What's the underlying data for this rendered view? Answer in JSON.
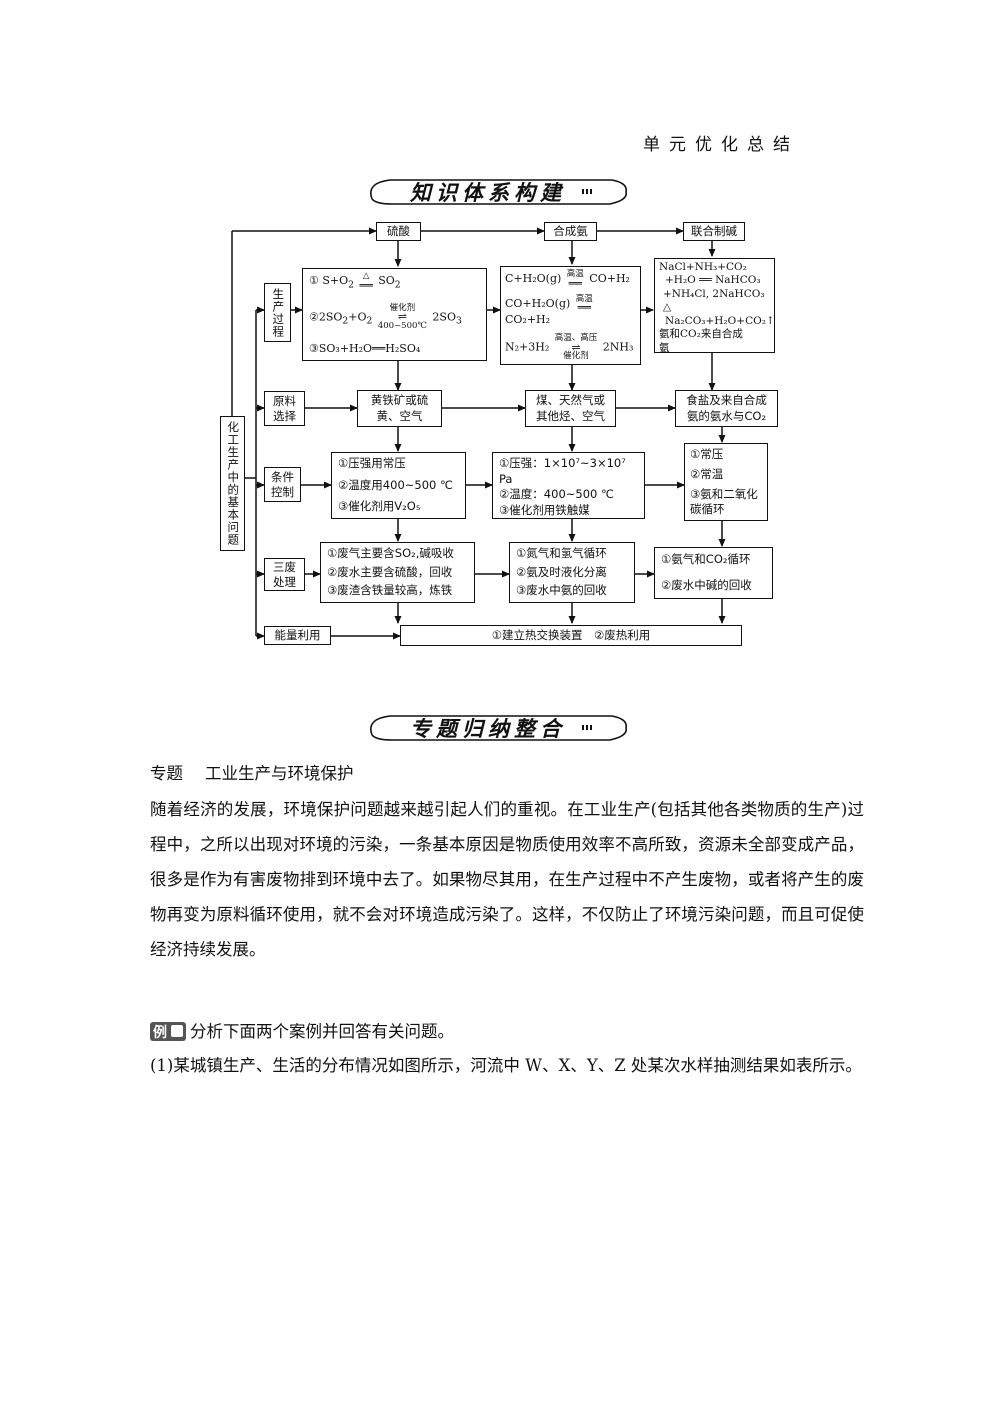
{
  "header": {
    "right_title": "单元优化总结"
  },
  "banners": {
    "knowledge": "知识体系构建",
    "summary": "专题归纳整合"
  },
  "diagram": {
    "left_label": "化工生产中的基本问题",
    "row_labels": {
      "production": "生产过程",
      "raw": "原料选择",
      "condition": "条件控制",
      "waste": "三废处理",
      "energy": "能量利用"
    },
    "columns": {
      "sulfuric": "硫酸",
      "ammonia": "合成氨",
      "soda": "联合制碱"
    },
    "sulfuric": {
      "eq1_left": "① S+O",
      "eq1_top": "△",
      "eq1_right": "SO",
      "eq2_left": "②2SO",
      "eq2_top": "催化剂",
      "eq2_bottom": "400~500℃",
      "eq2_right": "2SO",
      "eq3": "③SO₃+H₂O══H₂SO₄",
      "raw": "黄铁矿或硫黄、空气",
      "cond1": "①压强用常压",
      "cond2": "②温度用400~500 ℃",
      "cond3": "③催化剂用V₂O₅",
      "waste1": "①废气主要含SO₂,碱吸收",
      "waste2": "②废水主要含硫酸，回收",
      "waste3": "③废渣含铁量较高，炼铁"
    },
    "ammonia": {
      "eq1_left": "C+H₂O(g)",
      "eq1_top": "高温",
      "eq1_right": "CO+H₂",
      "eq2_left": "CO+H₂O(g)",
      "eq2_top": "高温",
      "eq2_right": "CO₂+H₂",
      "eq3_top": "高温、高压",
      "eq3_left": "N₂+3H₂",
      "eq3_bottom": "催化剂",
      "eq3_right": "2NH₃",
      "raw": "煤、天然气或其他烃、空气",
      "cond1": "①压强：1×10⁷~3×10⁷ Pa",
      "cond2": "②温度：400~500 ℃",
      "cond3": "③催化剂用铁触媒",
      "waste1": "①氮气和氢气循环",
      "waste2": "②氨及时液化分离",
      "waste3": "③废水中氨的回收"
    },
    "soda": {
      "line1": "NaCl+NH₃+CO₂",
      "line2": "+H₂O ══ NaHCO₃",
      "line3": "+NH₄Cl, 2NaHCO₃ △",
      "line4": "Na₂CO₃+H₂O+CO₂↑",
      "line5": "氨和CO₂来自合成",
      "line6": "氨",
      "raw": "食盐及来自合成氨的氨水与CO₂",
      "cond1": "①常压",
      "cond2": "②常温",
      "cond3": "③氨和二氧化碳循环",
      "waste1": "①氨气和CO₂循环",
      "waste2": "②废水中碱的回收"
    },
    "energy": "①建立热交换装置　②废热利用"
  },
  "topic": {
    "label": "专题",
    "title": "工业生产与环境保护"
  },
  "paragraph": "随着经济的发展，环境保护问题越来越引起人们的重视。在工业生产(包括其他各类物质的生产)过程中，之所以出现对环境的污染，一条基本原因是物质使用效率不高所致，资源未全部变成产品，很多是作为有害废物排到环境中去了。如果物尽其用，在生产过程中不产生废物，或者将产生的废物再变为原料循环使用，就不会对环境造成污染了。这样，不仅防止了环境污染问题，而且可促使经济持续发展。",
  "example": {
    "tag": "例",
    "intro": "分析下面两个案例并回答有关问题。",
    "q1": "(1)某城镇生产、生活的分布情况如图所示，河流中 W、X、Y、Z 处某次水样抽测结果如表所示。"
  }
}
